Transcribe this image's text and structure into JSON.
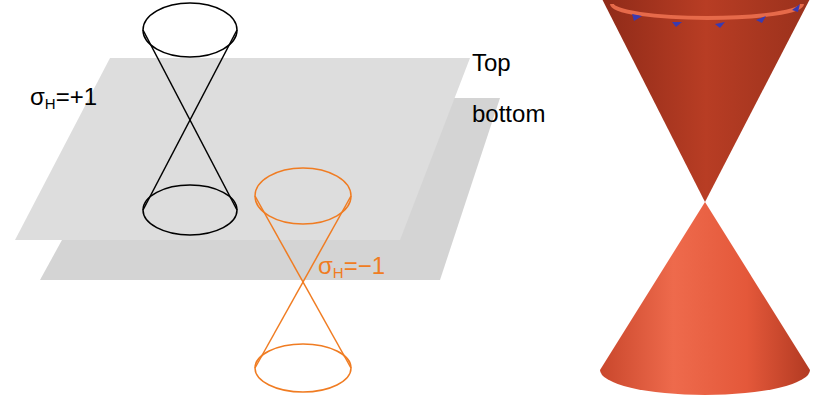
{
  "diagram": {
    "labels": [
      "σH=+1",
      "Top",
      "bottom",
      "σH=−1"
    ]
  }
}
